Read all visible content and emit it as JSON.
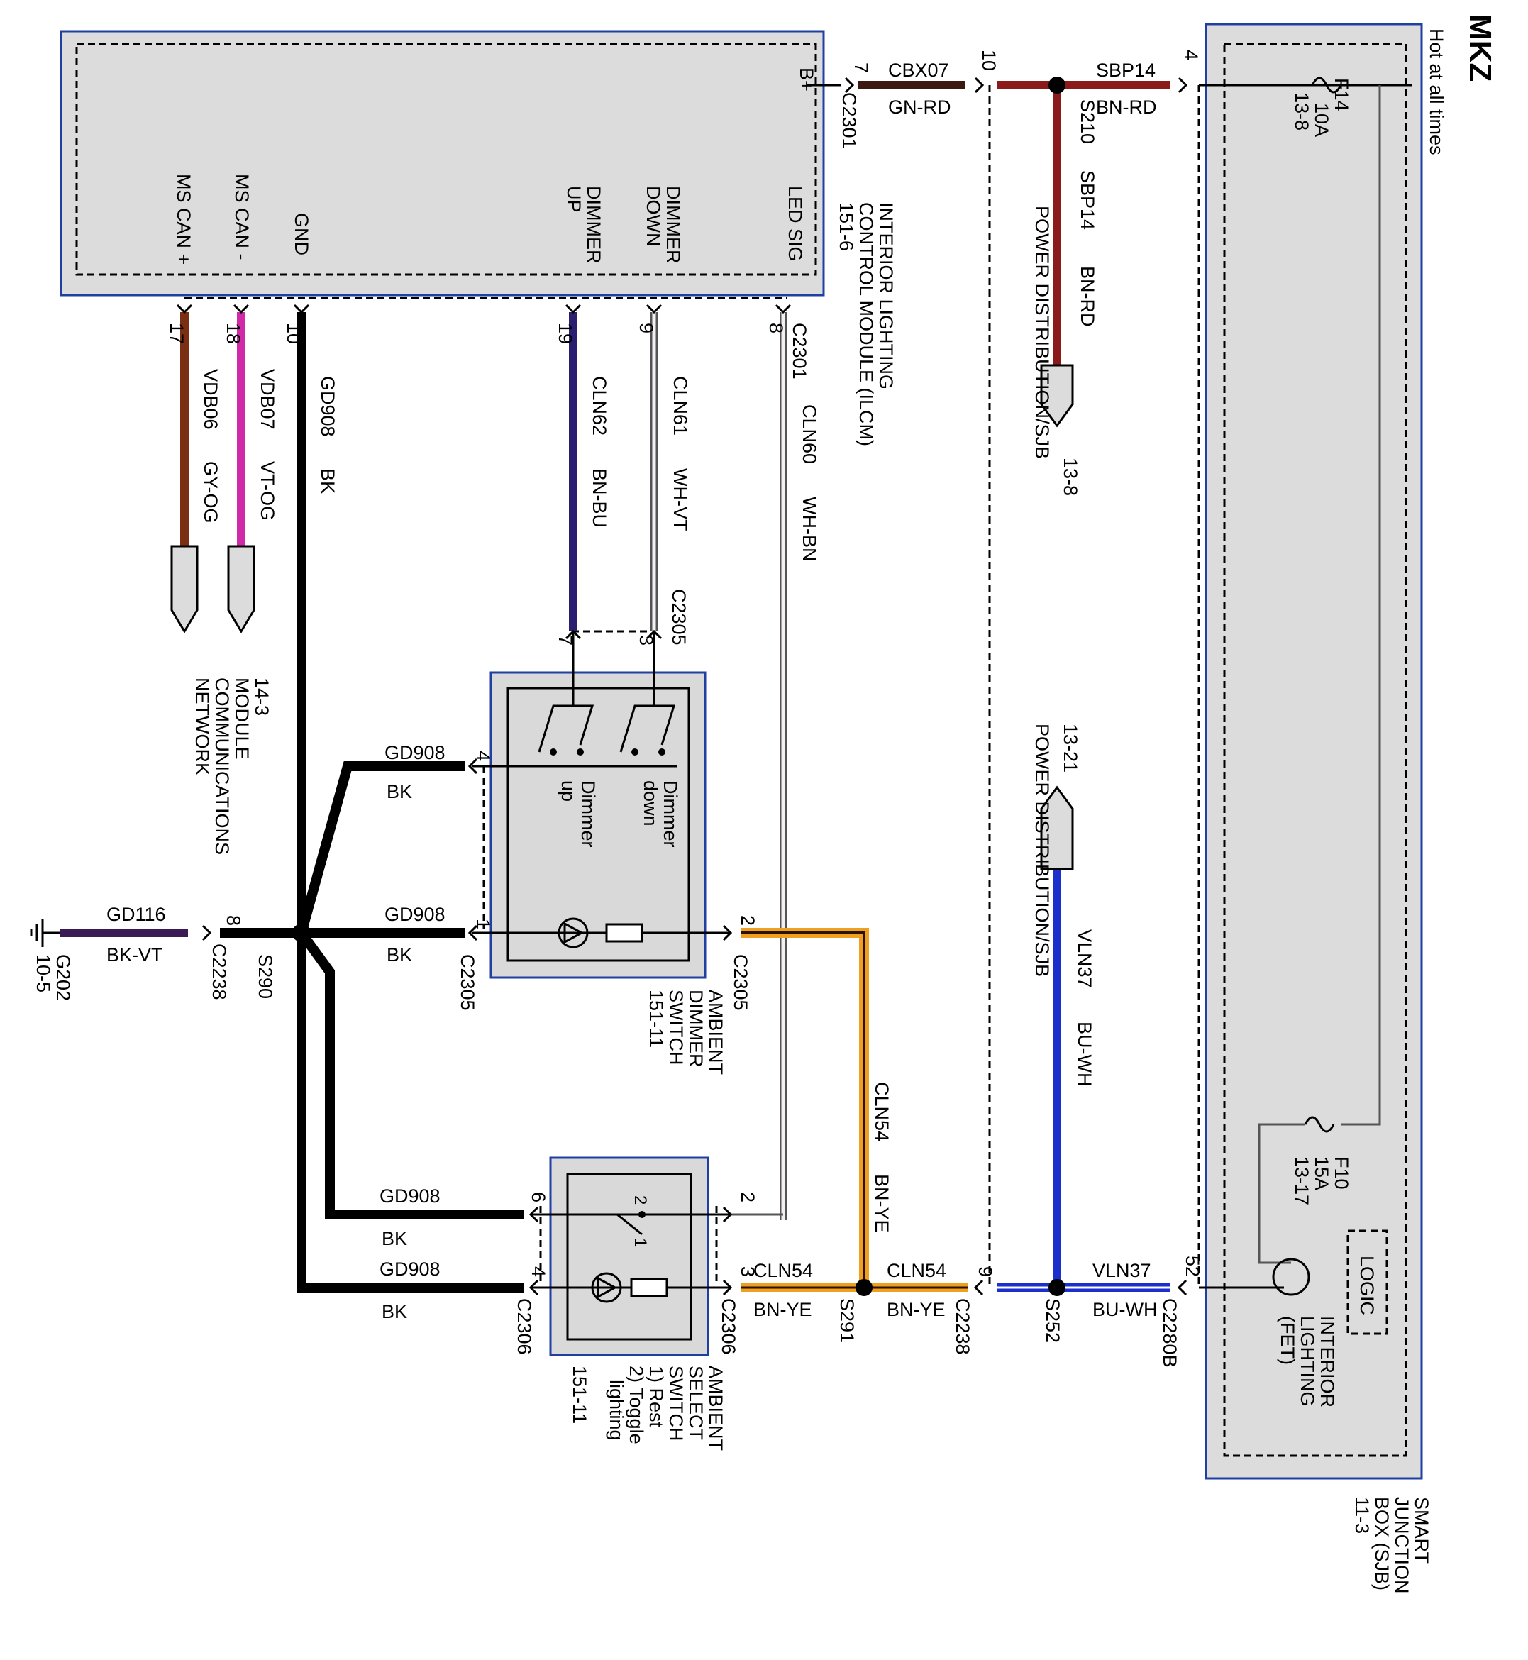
{
  "title": "MKZ",
  "hot_at_all_times": "Hot at all times",
  "modules": {
    "ilcm": {
      "name_line1": "INTERIOR LIGHTING",
      "name_line2": "CONTROL MODULE (ILCM)",
      "page": "151-6",
      "pins": {
        "b_plus": "B+",
        "led_sig": "LED SIG",
        "dimmer_down_1": "DIMMER",
        "dimmer_down_2": "DOWN",
        "dimmer_up_1": "DIMMER",
        "dimmer_up_2": "UP",
        "gnd": "GND",
        "ms_can_minus": "MS CAN -",
        "ms_can_plus": "MS CAN +"
      }
    },
    "sjb": {
      "line1": "SMART",
      "line2": "JUNCTION",
      "line3": "BOX (SJB)",
      "page": "11-3",
      "f14": [
        "F14",
        "10A",
        "13-8"
      ],
      "f10": [
        "F10",
        "15A",
        "13-17"
      ],
      "logic": "LOGIC",
      "fet": [
        "INTERIOR",
        "LIGHTING",
        "(FET)"
      ]
    },
    "dimmer_switch": {
      "lines": [
        "AMBIENT",
        "DIMMER",
        "SWITCH",
        "151-11"
      ],
      "dimmer_up": [
        "Dimmer",
        "up"
      ],
      "dimmer_down": [
        "Dimmer",
        "down"
      ]
    },
    "select_switch": {
      "lines": [
        "AMBIENT",
        "SELECT",
        "SWITCH",
        "1) Rest",
        "2) Toggle",
        "lighting",
        "151-11"
      ],
      "pos1": "1",
      "pos2": "2"
    }
  },
  "references": {
    "power_dist_top": "POWER DISTRIBUTION/SJB",
    "power_dist_top_page": "13-8",
    "power_dist_mid": "POWER DISTRIBUTION/SJB",
    "power_dist_mid_page": "13-21",
    "network": [
      "14-3",
      "MODULE",
      "COMMUNICATIONS",
      "NETWORK"
    ]
  },
  "circuits": [
    {
      "name": "CBX07",
      "color": "GN-RD"
    },
    {
      "name": "SBP14",
      "color": "BN-RD"
    },
    {
      "name": "CLN60",
      "color": "WH-BN"
    },
    {
      "name": "CLN61",
      "color": "WH-VT"
    },
    {
      "name": "CLN62",
      "color": "BN-BU"
    },
    {
      "name": "GD908",
      "color": "BK"
    },
    {
      "name": "VDB07",
      "color": "VT-OG"
    },
    {
      "name": "VDB06",
      "color": "GY-OG"
    },
    {
      "name": "GD116",
      "color": "BK-VT"
    },
    {
      "name": "CLN54",
      "color": "BN-YE"
    },
    {
      "name": "VLN37",
      "color": "BU-WH"
    }
  ],
  "splices": [
    "S210",
    "S290",
    "S291",
    "S252"
  ],
  "connectors": [
    "C2301",
    "C2305",
    "C2306",
    "C2238",
    "C2280B"
  ],
  "ground": {
    "name": "G202",
    "page": "10-5"
  },
  "pins": {
    "p7": "7",
    "p10": "10",
    "p4": "4",
    "p8": "8",
    "p9": "9",
    "p19": "19",
    "p18": "18",
    "p17": "17",
    "p3": "3",
    "p1": "1",
    "p2": "2",
    "p6": "6",
    "p52": "52"
  },
  "colors": {
    "border": "#1f3fa3",
    "module_fill": "#dcdcdc",
    "bk": "#000000",
    "gn_rd": "#3a1a10",
    "bn_rd": "#8b1a1a",
    "bn_bu": "#2a1e6e",
    "vt_og": "#d12aa8",
    "gy_og": "#7a2f12",
    "bk_vt": "#3b1b55",
    "bn_ye": "#f0a020",
    "bu_wh": "#1a2fcc"
  }
}
